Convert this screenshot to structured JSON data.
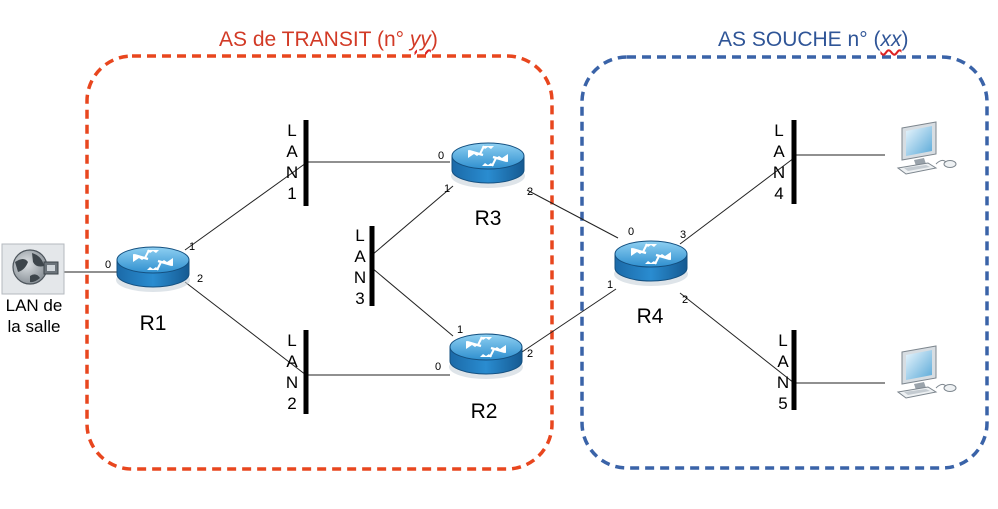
{
  "colors": {
    "transit": "#e8461e",
    "stub": "#3a63a8",
    "transit_title": "#d23a26",
    "stub_title": "#2f5597",
    "link": "#222222",
    "lan_bar": "#000000"
  },
  "as_transit": {
    "prefix": "AS de TRANSIT (n° ",
    "num": "yy",
    "suffix": ")"
  },
  "as_stub": {
    "prefix": "AS SOUCHE n° (",
    "num": "xx",
    "suffix": ")"
  },
  "lan_salle": {
    "line1": "LAN de",
    "line2": "la salle",
    "icon": "globe-network-icon"
  },
  "routers": [
    {
      "id": "r1",
      "label": "R1",
      "icon": "router-icon"
    },
    {
      "id": "r2",
      "label": "R2",
      "icon": "router-icon"
    },
    {
      "id": "r3",
      "label": "R3",
      "icon": "router-icon"
    },
    {
      "id": "r4",
      "label": "R4",
      "icon": "router-icon"
    }
  ],
  "lans": [
    {
      "id": "lan1",
      "letters": [
        "L",
        "A",
        "N",
        "1"
      ]
    },
    {
      "id": "lan2",
      "letters": [
        "L",
        "A",
        "N",
        "2"
      ]
    },
    {
      "id": "lan3",
      "letters": [
        "L",
        "A",
        "N",
        "3"
      ]
    },
    {
      "id": "lan4",
      "letters": [
        "L",
        "A",
        "N",
        "4"
      ]
    },
    {
      "id": "lan5",
      "letters": [
        "L",
        "A",
        "N",
        "5"
      ]
    }
  ],
  "computers": [
    {
      "id": "pc1",
      "icon": "computer-icon"
    },
    {
      "id": "pc2",
      "icon": "computer-icon"
    }
  ],
  "interfaces": {
    "r1_0": "0",
    "r1_1": "1",
    "r1_2": "2",
    "r3_0": "0",
    "r3_1": "1",
    "r3_2": "2",
    "r2_0": "0",
    "r2_1": "1",
    "r2_2": "2",
    "r4_0": "0",
    "r4_1": "1",
    "r4_2": "2",
    "r4_3": "3"
  }
}
